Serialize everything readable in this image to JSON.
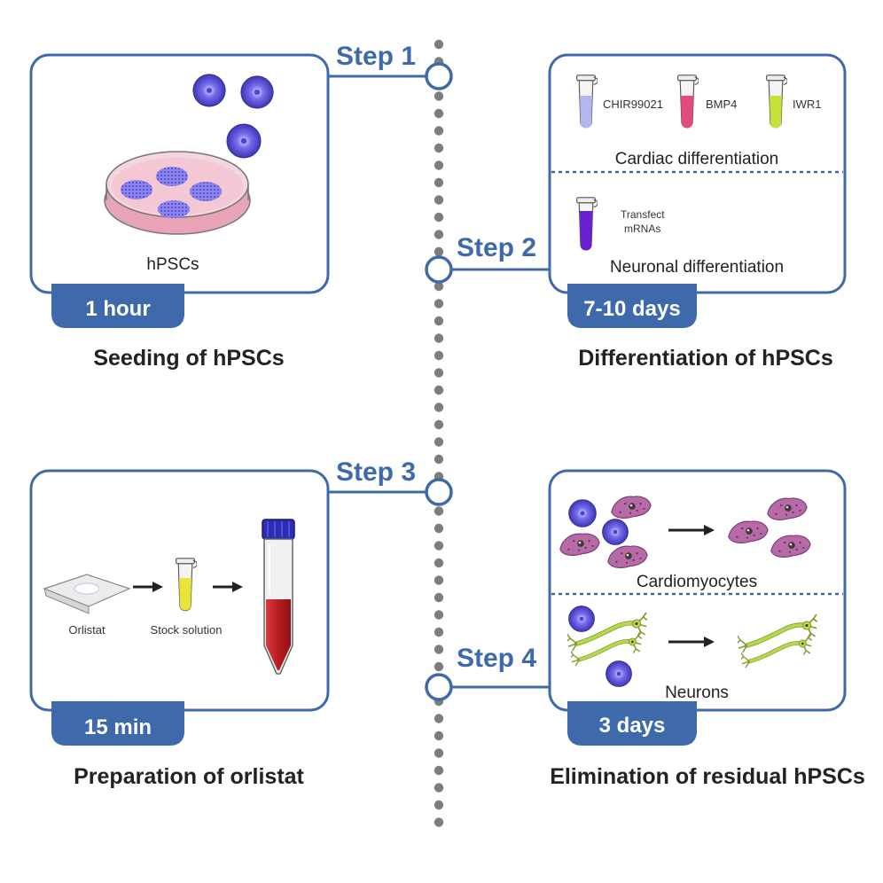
{
  "steps": [
    {
      "step_label": "Step 1",
      "caption": "Seeding of hPSCs",
      "duration": "1 hour",
      "panel": {
        "label": "hPSCs"
      }
    },
    {
      "step_label": "Step 2",
      "caption": "Differentiation of hPSCs",
      "duration": "7-10 days",
      "panel": {
        "reagents": [
          "CHIR99021",
          "BMP4",
          "IWR1"
        ],
        "cardiac_label": "Cardiac differentiation",
        "transfect_line1": "Transfect",
        "transfect_line2": "mRNAs",
        "neuronal_label": "Neuronal differentiation"
      }
    },
    {
      "step_label": "Step 3",
      "caption": "Preparation of orlistat",
      "duration": "15 min",
      "panel": {
        "orlistat_label": "Orlistat",
        "stock_label": "Stock solution"
      }
    },
    {
      "step_label": "Step 4",
      "caption": "Elimination of residual hPSCs",
      "duration": "3 days",
      "panel": {
        "cardio_label": "Cardiomyocytes",
        "neurons_label": "Neurons"
      }
    }
  ],
  "colors": {
    "brand_blue": "#3e6aab",
    "timeline_dots": "#7d7d7d",
    "cell_purple": "#5d55d6",
    "cardiomyocyte_pink": "#b56aa6",
    "neuron_green": "#a7c93f",
    "reagent_blue": "#b4b6ef",
    "reagent_pink": "#e34a7d",
    "reagent_green": "#c6e23a",
    "reagent_purple": "#6a1fd0",
    "orlistat_yellow": "#e9e33a",
    "tube_red": "#c8252c"
  }
}
